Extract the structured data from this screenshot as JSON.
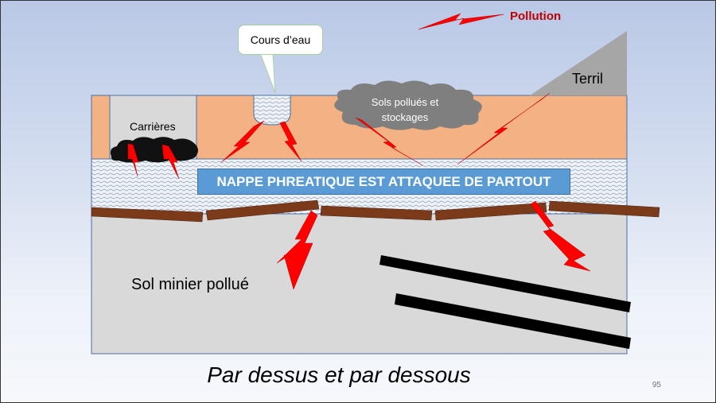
{
  "labels": {
    "pollution": "Pollution",
    "cours_eau": "Cours d’eau",
    "terril": "Terril",
    "carrieres": "Carrières",
    "sols_pollues_line1": "Sols pollués et",
    "sols_pollues_line2": "stockages",
    "nappe": "NAPPE PHREATIQUE EST ATTAQUEE DE PARTOUT",
    "sol_minier": "Sol minier pollué"
  },
  "caption": "Par dessus et par dessous",
  "page_number": "95",
  "colors": {
    "sky_top": "#b9c8e6",
    "soil": "#f4b183",
    "aquifer": "#eef3fa",
    "mine_soil": "#d9d9d9",
    "rock_layer": "#7b3b1a",
    "lightning": "#ff0000",
    "banner": "#5b9bd5",
    "cloud": "#7f7f7f",
    "terril": "#a6a6a6",
    "pollution_text": "#c00000"
  },
  "icons": [
    "lightning-bolt-icon",
    "cloud-shape",
    "terril-triangle"
  ]
}
